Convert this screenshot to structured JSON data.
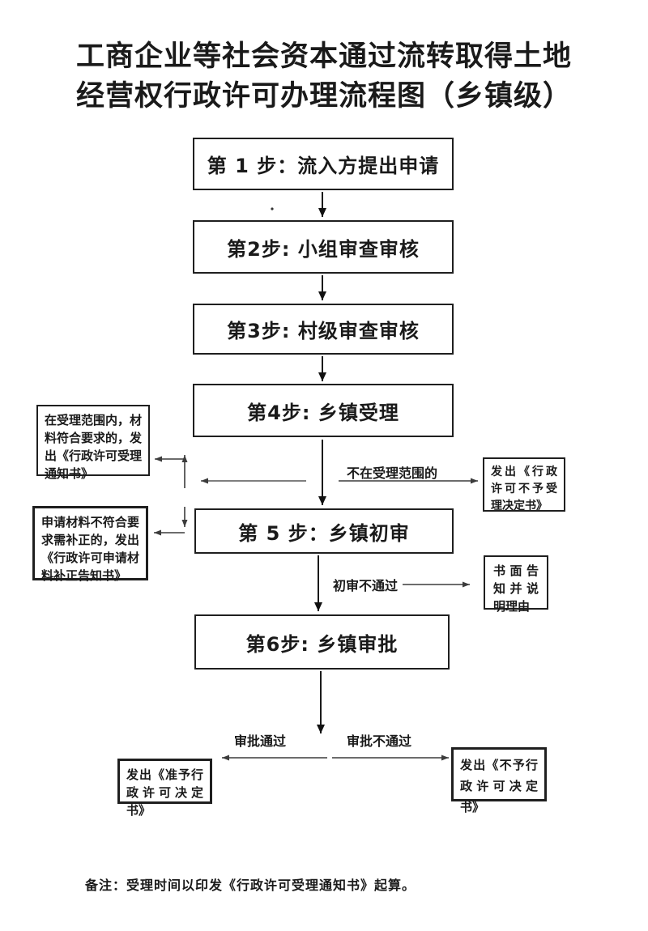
{
  "title": {
    "line1": "工商企业等社会资本通过流转取得土地",
    "line2": "经营权行政许可办理流程图（乡镇级）"
  },
  "steps": [
    {
      "label": "第 1 步：流入方提出申请"
    },
    {
      "label": "第2步: 小组审查审核"
    },
    {
      "label": "第3步: 村级审查审核"
    },
    {
      "label": "第4步: 乡镇受理"
    },
    {
      "label": "第 5 步：乡镇初审"
    },
    {
      "label": "第6步: 乡镇审批"
    }
  ],
  "side_notes": {
    "accept_notice": "在受理范围内，材料符合要求的，发出《行政许可受理通知书》",
    "supplement_notice": "申请材料不符合要求需补正的，发出《行政许可申请材料补正告知书》",
    "reject_acceptance": "发出《行政许可不予受理决定书》",
    "written_explanation": "书面告知并说明理由",
    "approve_decision": "发出《准予行政许可决定书》",
    "deny_decision": "发出《不予行政许可决定书》"
  },
  "edge_labels": {
    "not_in_scope": "不在受理范围的",
    "initial_review_fail": "初审不通过",
    "approval_pass": "审批通过",
    "approval_fail": "审批不通过"
  },
  "footer": {
    "note": "备注：受理时间以印发《行政许可受理通知书》起算。"
  },
  "colors": {
    "background": "#ffffff",
    "ink": "#1a1a1a",
    "connector": "#3c3c3c"
  }
}
